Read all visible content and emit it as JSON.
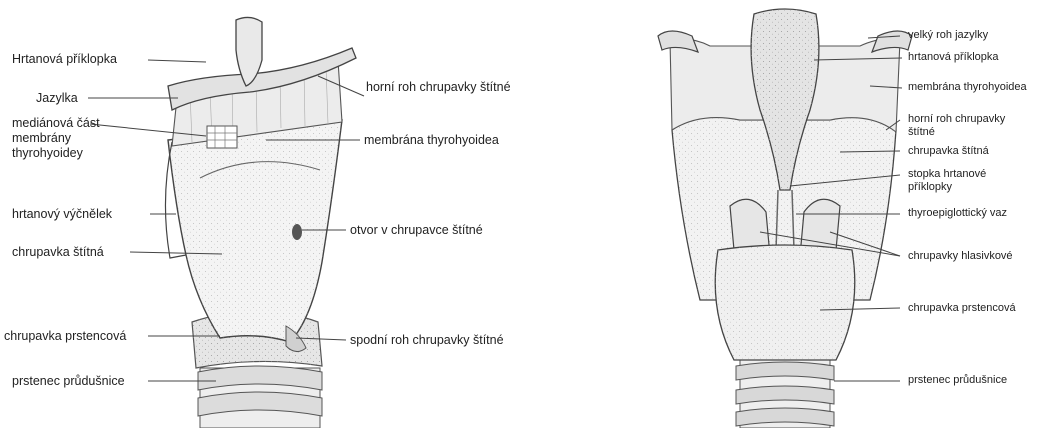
{
  "left_figure": {
    "labels": {
      "hrtanova_priklopka": "Hrtanová příklopka",
      "jazylka": "Jazylka",
      "medianova_cast": "mediánová část membrány thyrohyoidey",
      "hrtanovy_vycnelek": "hrtanový výčnělek",
      "chrupavka_stitna": "chrupavka štítná",
      "chrupavka_prstencova": "chrupavka prstencová",
      "prstenec_prudusnice": "prstenec průdušnice",
      "horni_roh": "horní roh chrupavky štítné",
      "membrana_thyrohyoidea": "membrána thyrohyoidea",
      "otvor": "otvor v chrupavce štítné",
      "spodni_roh": "spodní roh chrupavky štítné"
    }
  },
  "right_figure": {
    "labels": {
      "velky_roh": "velký roh jazylky",
      "hrtanova_priklopka": "hrtanová příklopka",
      "membrana_thyrohyoidea": "membrána thyrohyoidea",
      "horni_roh": "horní roh chrupavky štítné",
      "chrupavka_stitna": "chrupavka štítná",
      "stopka": "stopka hrtanové příklopky",
      "thyroepiglotticky": "thyroepiglottický vaz",
      "hlasivkove": "chrupavky hlasivkové",
      "prstencova": "chrupavka prstencová",
      "prstenec": "prstenec průdušnice"
    }
  },
  "colors": {
    "line": "#444444",
    "fill": "#f1f1f1",
    "shade": "#bdbdbd"
  }
}
